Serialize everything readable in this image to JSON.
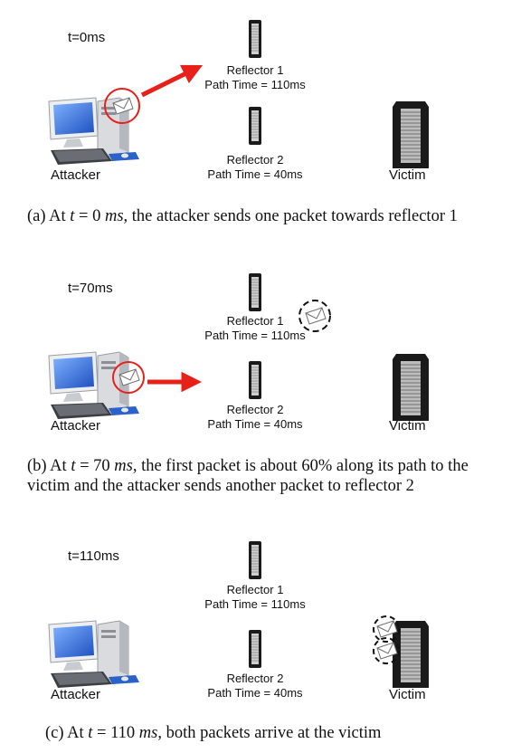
{
  "panels": [
    {
      "time_label": "t=0ms",
      "caption_prefix": "(a) At ",
      "caption_var": "t",
      "caption_eq": " = 0 ",
      "caption_unit": "ms",
      "caption_suffix": ", the attacker sends one packet towards reflector 1"
    },
    {
      "time_label": "t=70ms",
      "caption_prefix": "(b) At ",
      "caption_var": "t",
      "caption_eq": " = 70 ",
      "caption_unit": "ms",
      "caption_suffix": ", the first packet is about 60% along its path to the victim and the attacker sends another packet to reflector 2"
    },
    {
      "time_label": "t=110ms",
      "caption_prefix": "(c) At ",
      "caption_var": "t",
      "caption_eq": " = 110 ",
      "caption_unit": "ms",
      "caption_suffix": ", both packets arrive at the victim"
    }
  ],
  "labels": {
    "attacker": "Attacker",
    "victim": "Victim",
    "reflector1_name": "Reflector 1",
    "reflector1_time": "Path Time = 110ms",
    "reflector2_name": "Reflector 2",
    "reflector2_time": "Path Time = 40ms"
  },
  "colors": {
    "arrow": "#e8201a",
    "highlight": "#e8201a",
    "server": "#1a1a1a",
    "monitor_screen": "#2f6fd6"
  },
  "icons": [
    "desktop-computer-icon",
    "server-tower-icon",
    "envelope-icon"
  ]
}
